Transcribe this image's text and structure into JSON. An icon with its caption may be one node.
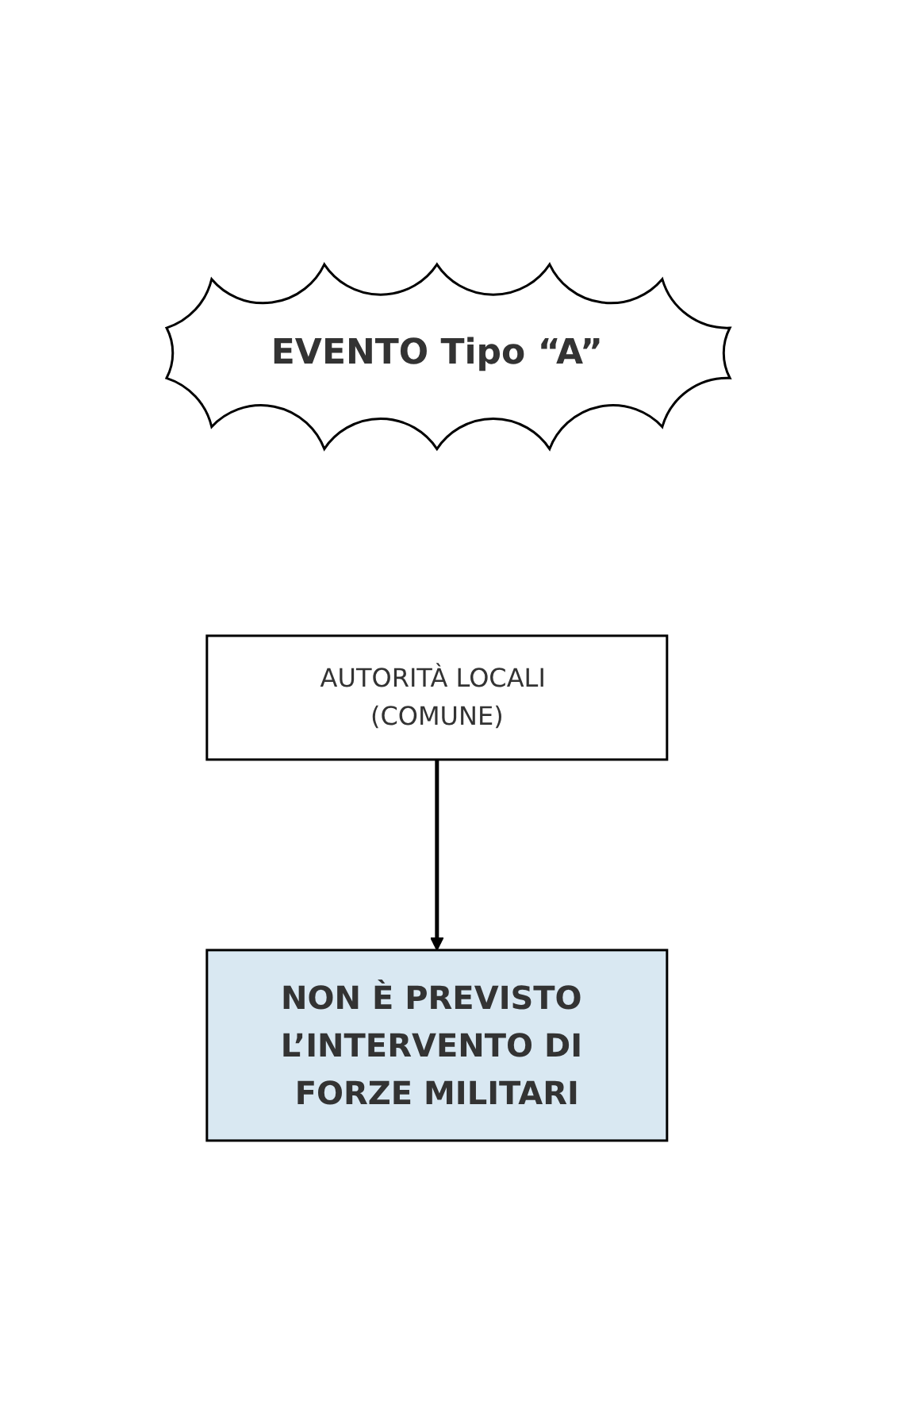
{
  "diagram": {
    "nodes": [
      {
        "text": [
          "EVENTO Tipo “A”"
        ]
      },
      {
        "text": [
          "AUTORITÀ LOCALI (COMUNE)"
        ]
      },
      {
        "text": [
          "NON È PREVISTO L’INTERVENTO DI FORZE MILITARI"
        ]
      }
    ],
    "edges": [
      {
        "from": 1,
        "to": 2,
        "arrow": "to"
      }
    ]
  }
}
